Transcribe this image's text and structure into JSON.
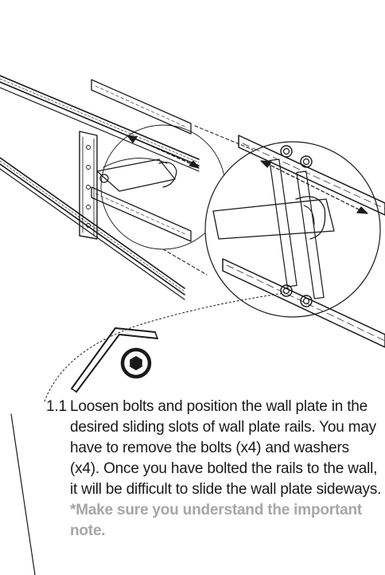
{
  "step": {
    "number": "1.1",
    "text": "Loosen bolts and position the wall plate in the desired sliding slots of wall plate rails. You may have to remove the bolts (x4) and washers (x4). Once you have bolted the rails to the wall, it will be difficult to slide the wall plate sideways.",
    "note": "*Make sure you understand the important note."
  }
}
